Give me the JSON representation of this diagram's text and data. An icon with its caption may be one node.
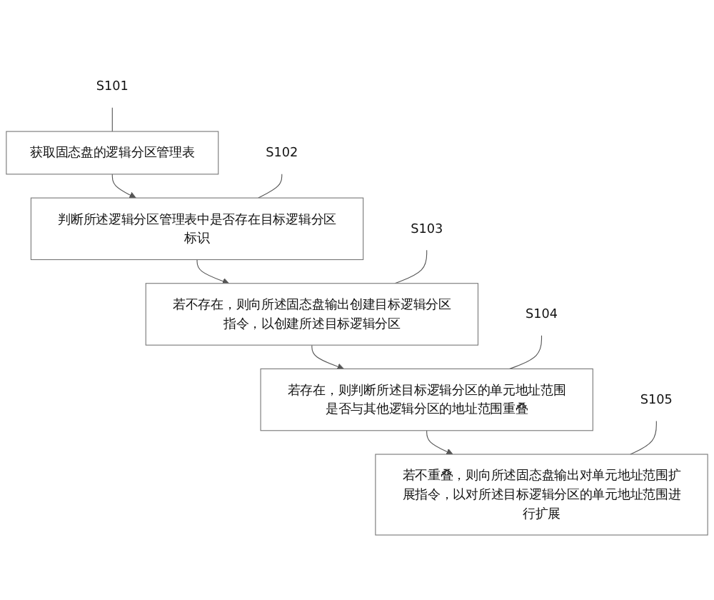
{
  "diagram": {
    "nodes": [
      {
        "text": [
          "获取固态盘的逻辑分区管理表"
        ]
      },
      {
        "text": [
          "S101"
        ]
      },
      {
        "text": [
          "判断所述逻辑分区管理表中是否存在目标逻辑分区标识"
        ]
      },
      {
        "text": [
          "S102"
        ]
      },
      {
        "text": [
          "若不存在，则向所述固态盘输出创建目标逻辑分区指令，以创建所述目标逻辑分区"
        ]
      },
      {
        "text": [
          "S103"
        ]
      },
      {
        "text": [
          "若存在，则判断所述目标逻辑分区的单元地址范围是否与其他逻辑分区的地址范围重叠"
        ]
      },
      {
        "text": [
          "S104"
        ]
      },
      {
        "text": [
          "若不重叠，则向所述固态盘输出对单元地址范围扩展指令，以对所述目标逻辑分区的单元地址范围进行扩展"
        ]
      },
      {
        "text": [
          "S105"
        ]
      }
    ],
    "edges": [
      {
        "from": 0,
        "to": 2,
        "arrow": "to"
      },
      {
        "from": 2,
        "to": 4,
        "arrow": "to"
      },
      {
        "from": 4,
        "to": 6,
        "arrow": "to"
      },
      {
        "from": 6,
        "to": 8,
        "arrow": "to"
      },
      {
        "from": 1,
        "to": 0,
        "arrow": "none"
      },
      {
        "from": 3,
        "to": 2,
        "arrow": "none"
      },
      {
        "from": 5,
        "to": 4,
        "arrow": "none"
      },
      {
        "from": 7,
        "to": 6,
        "arrow": "none"
      },
      {
        "from": 9,
        "to": 8,
        "arrow": "none"
      }
    ]
  }
}
